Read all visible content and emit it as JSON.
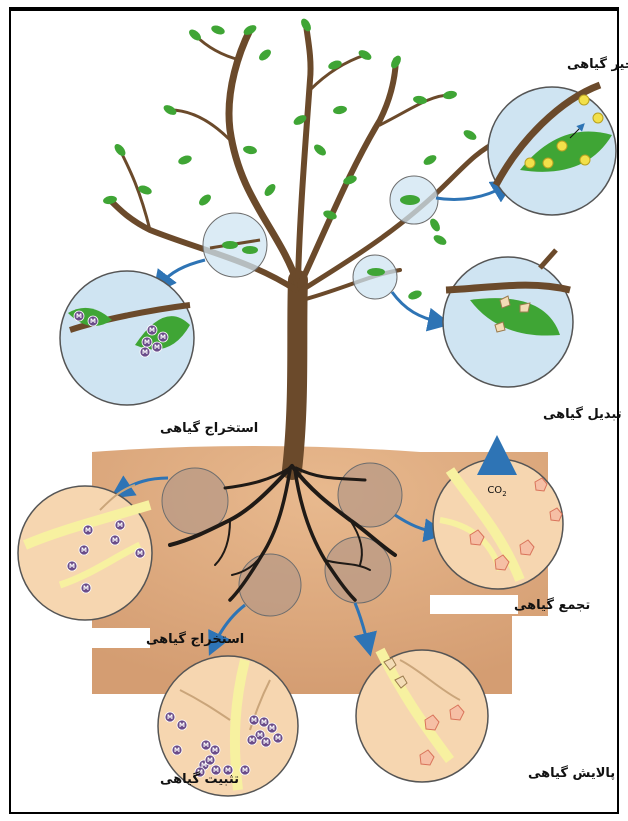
{
  "labels": {
    "transpiration": "تبخیر گیاهی",
    "transformation": "تبدیل گیاهی",
    "extraction_leaf": "استخراج گیاهی",
    "extraction_root": "استخراج گیاهی",
    "accumulation": "تجمع گیاهی",
    "stabilization": "تثبیت گیاهی",
    "filtration": "پالایش گیاهی"
  },
  "chemistry": {
    "co2": "CO",
    "co2_sub": "2",
    "metal": "M"
  },
  "colors": {
    "soil": "#d9a67c",
    "trunk": "#6b4a2b",
    "leaf": "#3fa535",
    "bubble": "#cfe4f2",
    "root_bubble": "#f6d6b0",
    "arrow": "#2e74b5",
    "metal": "#6b4d8a"
  }
}
